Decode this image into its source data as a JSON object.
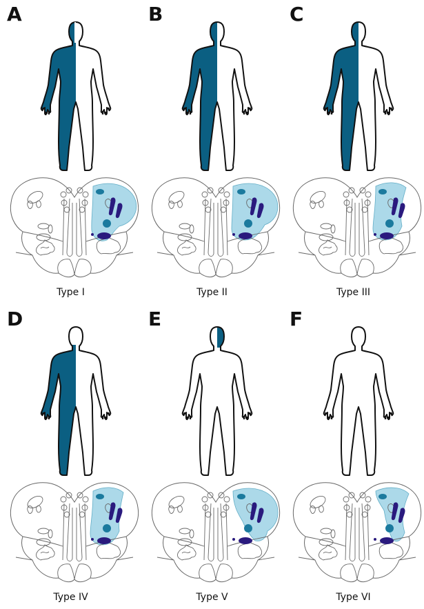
{
  "panels": [
    {
      "letter": "A",
      "caption": "Type I",
      "shading": "I"
    },
    {
      "letter": "B",
      "caption": "Type II",
      "shading": "II"
    },
    {
      "letter": "C",
      "caption": "Type III",
      "shading": "III"
    },
    {
      "letter": "D",
      "caption": "Type IV",
      "shading": "IV"
    },
    {
      "letter": "E",
      "caption": "Type V",
      "shading": "V"
    },
    {
      "letter": "F",
      "caption": "Type VI",
      "shading": "VI"
    }
  ],
  "colors": {
    "body_fill": "#0b5f82",
    "lesion_fill": "#a8d8e8",
    "nucleus_teal": "#1b7a9e",
    "nucleus_navy": "#2a1a7e",
    "outline": "#111111",
    "brainstem_outline": "#666666"
  }
}
